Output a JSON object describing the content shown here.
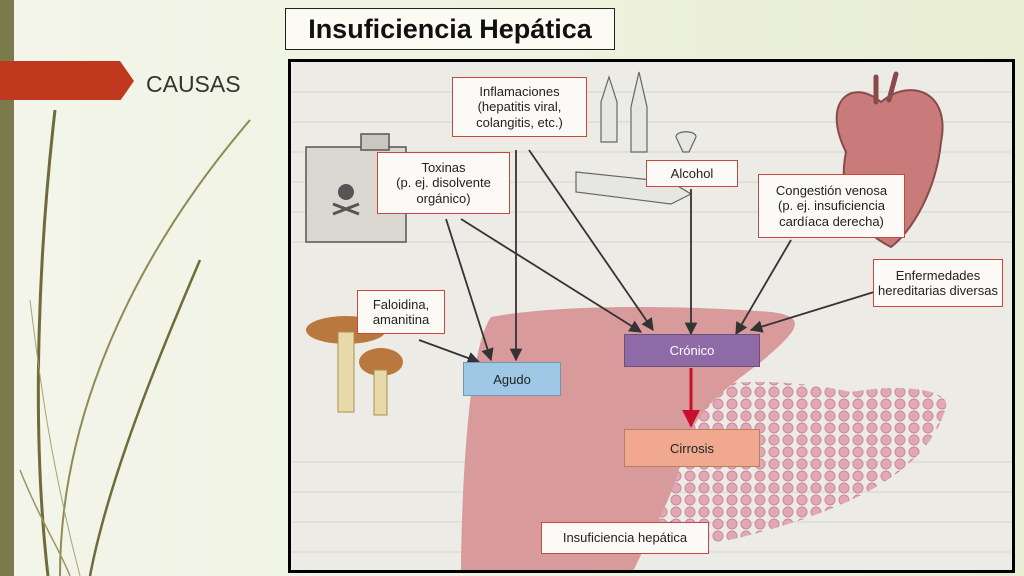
{
  "slide": {
    "title": "Insuficiencia Hepática",
    "section": "CAUSAS"
  },
  "diagram": {
    "causes": {
      "inflamaciones": "Inflamaciones\n(hepatitis viral,\ncolangitis, etc.)",
      "toxinas": "Toxinas\n(p. ej. disolvente\norgánico)",
      "alcohol": "Alcohol",
      "congestion": "Congestión venosa\n(p. ej. insuficiencia\ncardíaca derecha)",
      "hereditarias": "Enfermedades\nhereditarias diversas",
      "faloidina": "Faloidina,\namanitina"
    },
    "outcomes": {
      "agudo": "Agudo",
      "cronico": "Crónico",
      "cirrosis": "Cirrosis",
      "insuficiencia": "Insuficiencia hepática"
    },
    "colors": {
      "accent_arrow": "#c8102e",
      "agudo_fill": "#9fc8e6",
      "cronico_fill": "#8e6aa6",
      "cirrosis_fill": "#f0a98f",
      "label_border": "#c9473d",
      "liver": "#d89a9a"
    }
  }
}
